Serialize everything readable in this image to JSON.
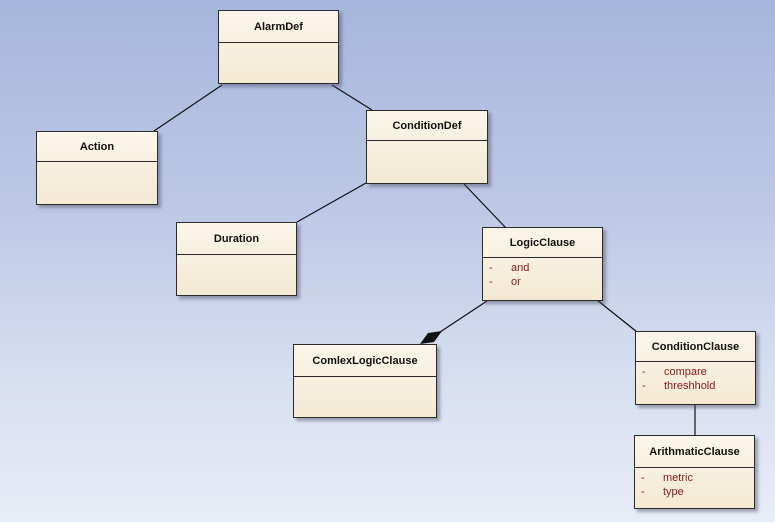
{
  "diagram": {
    "classes": {
      "alarmdef": {
        "name": "AlarmDef",
        "attributes": []
      },
      "action": {
        "name": "Action",
        "attributes": []
      },
      "conditiondef": {
        "name": "ConditionDef",
        "attributes": []
      },
      "duration": {
        "name": "Duration",
        "attributes": []
      },
      "logicclause": {
        "name": "LogicClause",
        "attributes": [
          {
            "visibility": "-",
            "name": "and"
          },
          {
            "visibility": "-",
            "name": "or"
          }
        ]
      },
      "complexlogic": {
        "name": "ComlexLogicClause",
        "attributes": []
      },
      "conditionclause": {
        "name": "ConditionClause",
        "attributes": [
          {
            "visibility": "-",
            "name": "compare"
          },
          {
            "visibility": "-",
            "name": "threshhold"
          }
        ]
      },
      "arithmatic": {
        "name": "ArithmaticClause",
        "attributes": [
          {
            "visibility": "-",
            "name": "metric"
          },
          {
            "visibility": "-",
            "name": "type"
          }
        ]
      }
    },
    "relations": [
      {
        "from": "alarmdef",
        "to": "action",
        "type": "association"
      },
      {
        "from": "alarmdef",
        "to": "conditiondef",
        "type": "association"
      },
      {
        "from": "conditiondef",
        "to": "duration",
        "type": "association"
      },
      {
        "from": "conditiondef",
        "to": "logicclause",
        "type": "association"
      },
      {
        "from": "logicclause",
        "to": "complexlogic",
        "type": "composition"
      },
      {
        "from": "logicclause",
        "to": "conditionclause",
        "type": "association"
      },
      {
        "from": "conditionclause",
        "to": "arithmatic",
        "type": "association"
      }
    ]
  }
}
